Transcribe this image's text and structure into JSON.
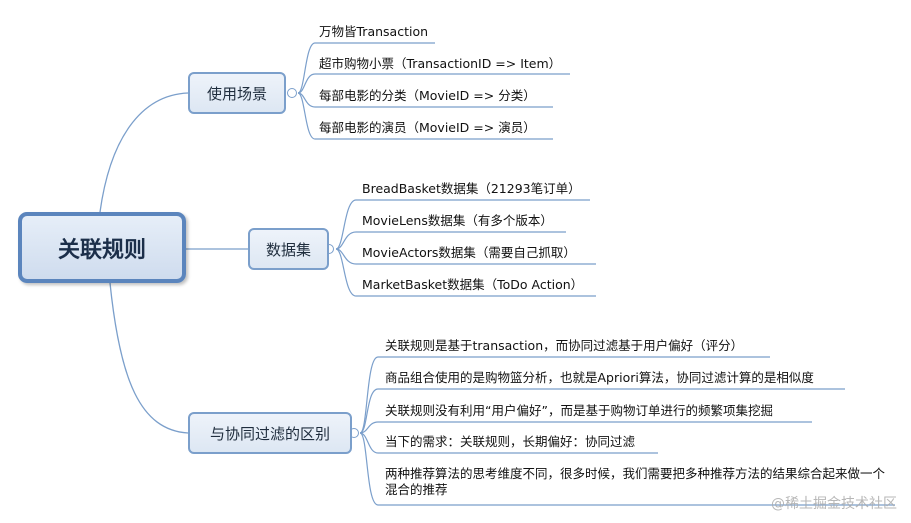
{
  "root": {
    "label": "关联规则"
  },
  "branches": [
    {
      "label": "使用场景",
      "leaves": [
        "万物皆Transaction",
        "超市购物小票（TransactionID => Item）",
        "每部电影的分类（MovieID => 分类）",
        "每部电影的演员（MovieID => 演员）"
      ]
    },
    {
      "label": "数据集",
      "leaves": [
        "BreadBasket数据集（21293笔订单）",
        "MovieLens数据集（有多个版本）",
        "MovieActors数据集（需要自己抓取）",
        "MarketBasket数据集（ToDo Action）"
      ]
    },
    {
      "label": "与协同过滤的区别",
      "leaves": [
        "关联规则是基于transaction，而协同过滤基于用户偏好（评分）",
        "商品组合使用的是购物篮分析，也就是Apriori算法，协同过滤计算的是相似度",
        "关联规则没有利用“用户偏好”，而是基于购物订单进行的频繁项集挖掘",
        "当下的需求：关联规则，长期偏好：协同过滤",
        "两种推荐算法的思考维度不同，很多时候，我们需要把多种推荐方法的结果综合起来做一个混合的推荐"
      ]
    }
  ],
  "watermark": "@稀土掘金技术社区",
  "colors": {
    "line": "#7b9fcb",
    "root_border": "#5b85bd",
    "underline": "#3f6fb0"
  }
}
